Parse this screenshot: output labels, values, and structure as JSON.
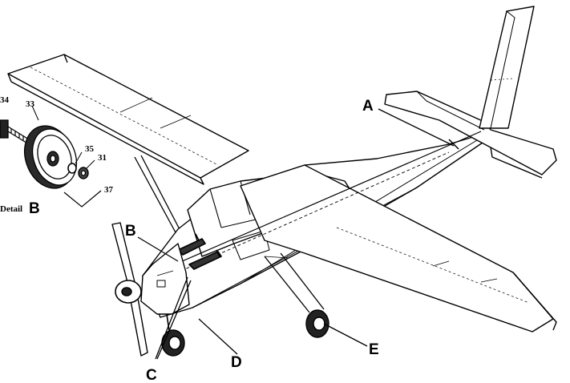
{
  "callouts": {
    "a": "A",
    "b": "B",
    "c": "C",
    "d": "D",
    "e": "E"
  },
  "detail": {
    "label": "Detail",
    "letter": "B",
    "part_numbers": {
      "p34": "34",
      "p33": "33",
      "p35": "35",
      "p31": "31",
      "p37": "37"
    }
  },
  "colors": {
    "ink": "#000000",
    "paper": "#ffffff",
    "shade": "#2a2a2a"
  }
}
